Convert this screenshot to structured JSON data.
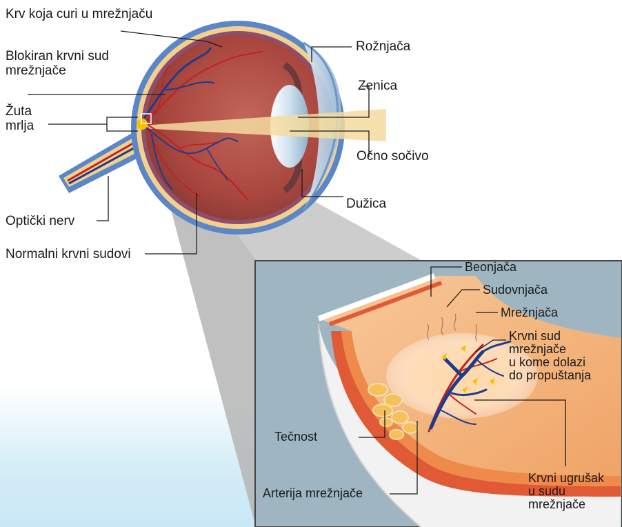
{
  "labels": {
    "krv_koja_curi": "Krv koja curi u mrežnjaču",
    "blokiran_line1": "Blokiran krvni sud",
    "blokiran_line2": "mrežnjače",
    "zuta_line1": "Žuta",
    "zuta_line2": "mrlja",
    "opticki_nerv": "Optički nerv",
    "normalni_krvni_sudovi": "Normalni krvni sudovi",
    "roznjaca": "Rožnjača",
    "zenica": "Zenica",
    "ocno_socivo": "Očno sočivo",
    "duzica": "Dužica"
  },
  "inset_labels": {
    "beonjaca": "Beonjača",
    "sudovnjaca": "Sudovnjača",
    "mreznjaca": "Mrežnjača",
    "krvni_sud_line1": "Krvni sud",
    "krvni_sud_line2": "mrežnjače",
    "krvni_sud_line3": "u kome dolazi",
    "krvni_sud_line4": "do propuštanja",
    "tecnost": "Tečnost",
    "arterija": "Arterija mrežnjače",
    "ugrusak_line1": "Krvni ugrušak",
    "ugrusak_line2": "u sudu",
    "ugrusak_line3": "mrežnjače"
  },
  "colors": {
    "inset_bg": "#9fb6c2",
    "eye_outer": "#5b86c8",
    "eye_inner": "#b2534e",
    "artery": "#c41e1e",
    "vein": "#1c3c8c",
    "light_beam": "#f5dca0",
    "macula": "#f4c400",
    "tissue": "#f08a4a"
  }
}
